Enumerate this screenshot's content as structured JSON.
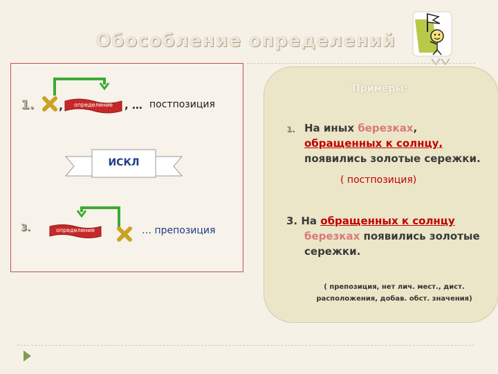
{
  "title": "Обособление определений",
  "left": {
    "item1_num": "1.",
    "comma": ",",
    "comma2": ", …",
    "banner_label": "определение",
    "postposition": "постпозиция",
    "exception": "ИСКЛ",
    "item3_num": "3.",
    "preposition": "… препозиция"
  },
  "right": {
    "heading": "Примеры:",
    "ex1_num": "1.",
    "ex1_a": "На иных ",
    "ex1_b": "березках",
    "ex1_c": ",",
    "ex1_d": "обращенных к солнцу,",
    "ex1_e": "появились золотые сережки.",
    "ex1_note": "( постпозиция)",
    "ex3_a": "3. На ",
    "ex3_b": "обращенных к солнцу",
    "ex3_c": "березках",
    "ex3_d": " появились золотые",
    "ex3_e": "сережки.",
    "ex3_note1": "( препозиция, нет лич. мест., дист.",
    "ex3_note2": "расположения, добав. обст. значения)"
  },
  "colors": {
    "accent_red": "#c00000",
    "arrow_green": "#3aaa35",
    "cross_gold": "#c9a227",
    "banner_red": "#c62828"
  }
}
